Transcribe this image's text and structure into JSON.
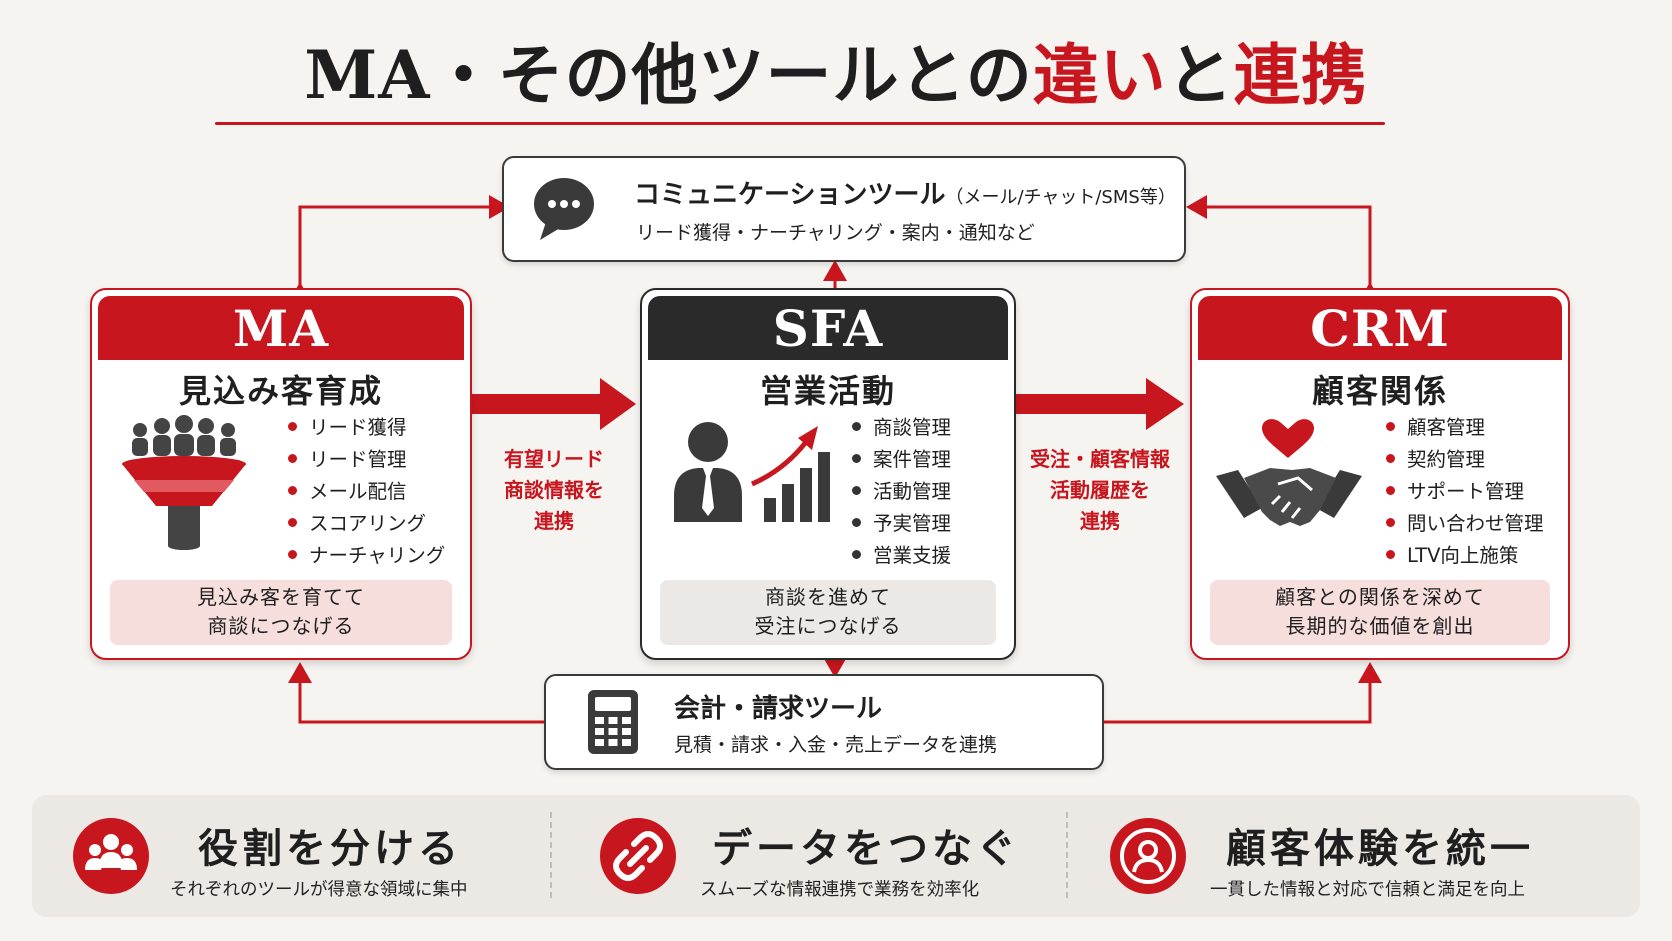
{
  "title": {
    "part1": "MA・その他ツールとの",
    "part2": "違い",
    "part3": "と",
    "part4": "連携"
  },
  "comm_tool": {
    "title": "コミュニケーションツール",
    "note": "（メール/チャット/SMS等）",
    "desc": "リード獲得・ナーチャリング・案内・通知など",
    "icon": "chat-bubble-icon"
  },
  "accounting_tool": {
    "title": "会計・請求ツール",
    "desc": "見積・請求・入金・売上データを連携",
    "icon": "calculator-icon"
  },
  "cards": {
    "ma": {
      "label": "MA",
      "subtitle": "見込み客育成",
      "icon": "funnel-people-icon",
      "items": [
        "リード獲得",
        "リード管理",
        "メール配信",
        "スコアリング",
        "ナーチャリング"
      ],
      "summary": [
        "見込み客を育てて",
        "商談につなげる"
      ]
    },
    "sfa": {
      "label": "SFA",
      "subtitle": "営業活動",
      "icon": "businessman-growth-chart-icon",
      "items": [
        "商談管理",
        "案件管理",
        "活動管理",
        "予実管理",
        "営業支援"
      ],
      "summary": [
        "商談を進めて",
        "受注につなげる"
      ]
    },
    "crm": {
      "label": "CRM",
      "subtitle": "顧客関係",
      "icon": "handshake-heart-icon",
      "items": [
        "顧客管理",
        "契約管理",
        "サポート管理",
        "問い合わせ管理",
        "LTV向上施策"
      ],
      "summary": [
        "顧客との関係を深めて",
        "長期的な価値を創出"
      ]
    }
  },
  "links": {
    "ma_to_sfa": [
      "有望リード",
      "商談情報を",
      "連携"
    ],
    "sfa_to_crm": [
      "受注・顧客情報",
      "活動履歴を",
      "連携"
    ]
  },
  "features": [
    {
      "title": "役割を分ける",
      "desc": "それぞれのツールが得意な領域に集中",
      "icon": "team-icon"
    },
    {
      "title": "データをつなぐ",
      "desc": "スムーズな情報連携で業務を効率化",
      "icon": "chain-link-icon"
    },
    {
      "title": "顧客体験を統一",
      "desc": "一貫した情報と対応で信頼と満足を向上",
      "icon": "customer-circle-icon"
    }
  ],
  "colors": {
    "accent": "#c8161e",
    "dark": "#2a2a2a",
    "ma_summary_bg": "#f6dedd",
    "sfa_summary_bg": "#ebe8e6",
    "band_bg": "#ece9e5"
  }
}
